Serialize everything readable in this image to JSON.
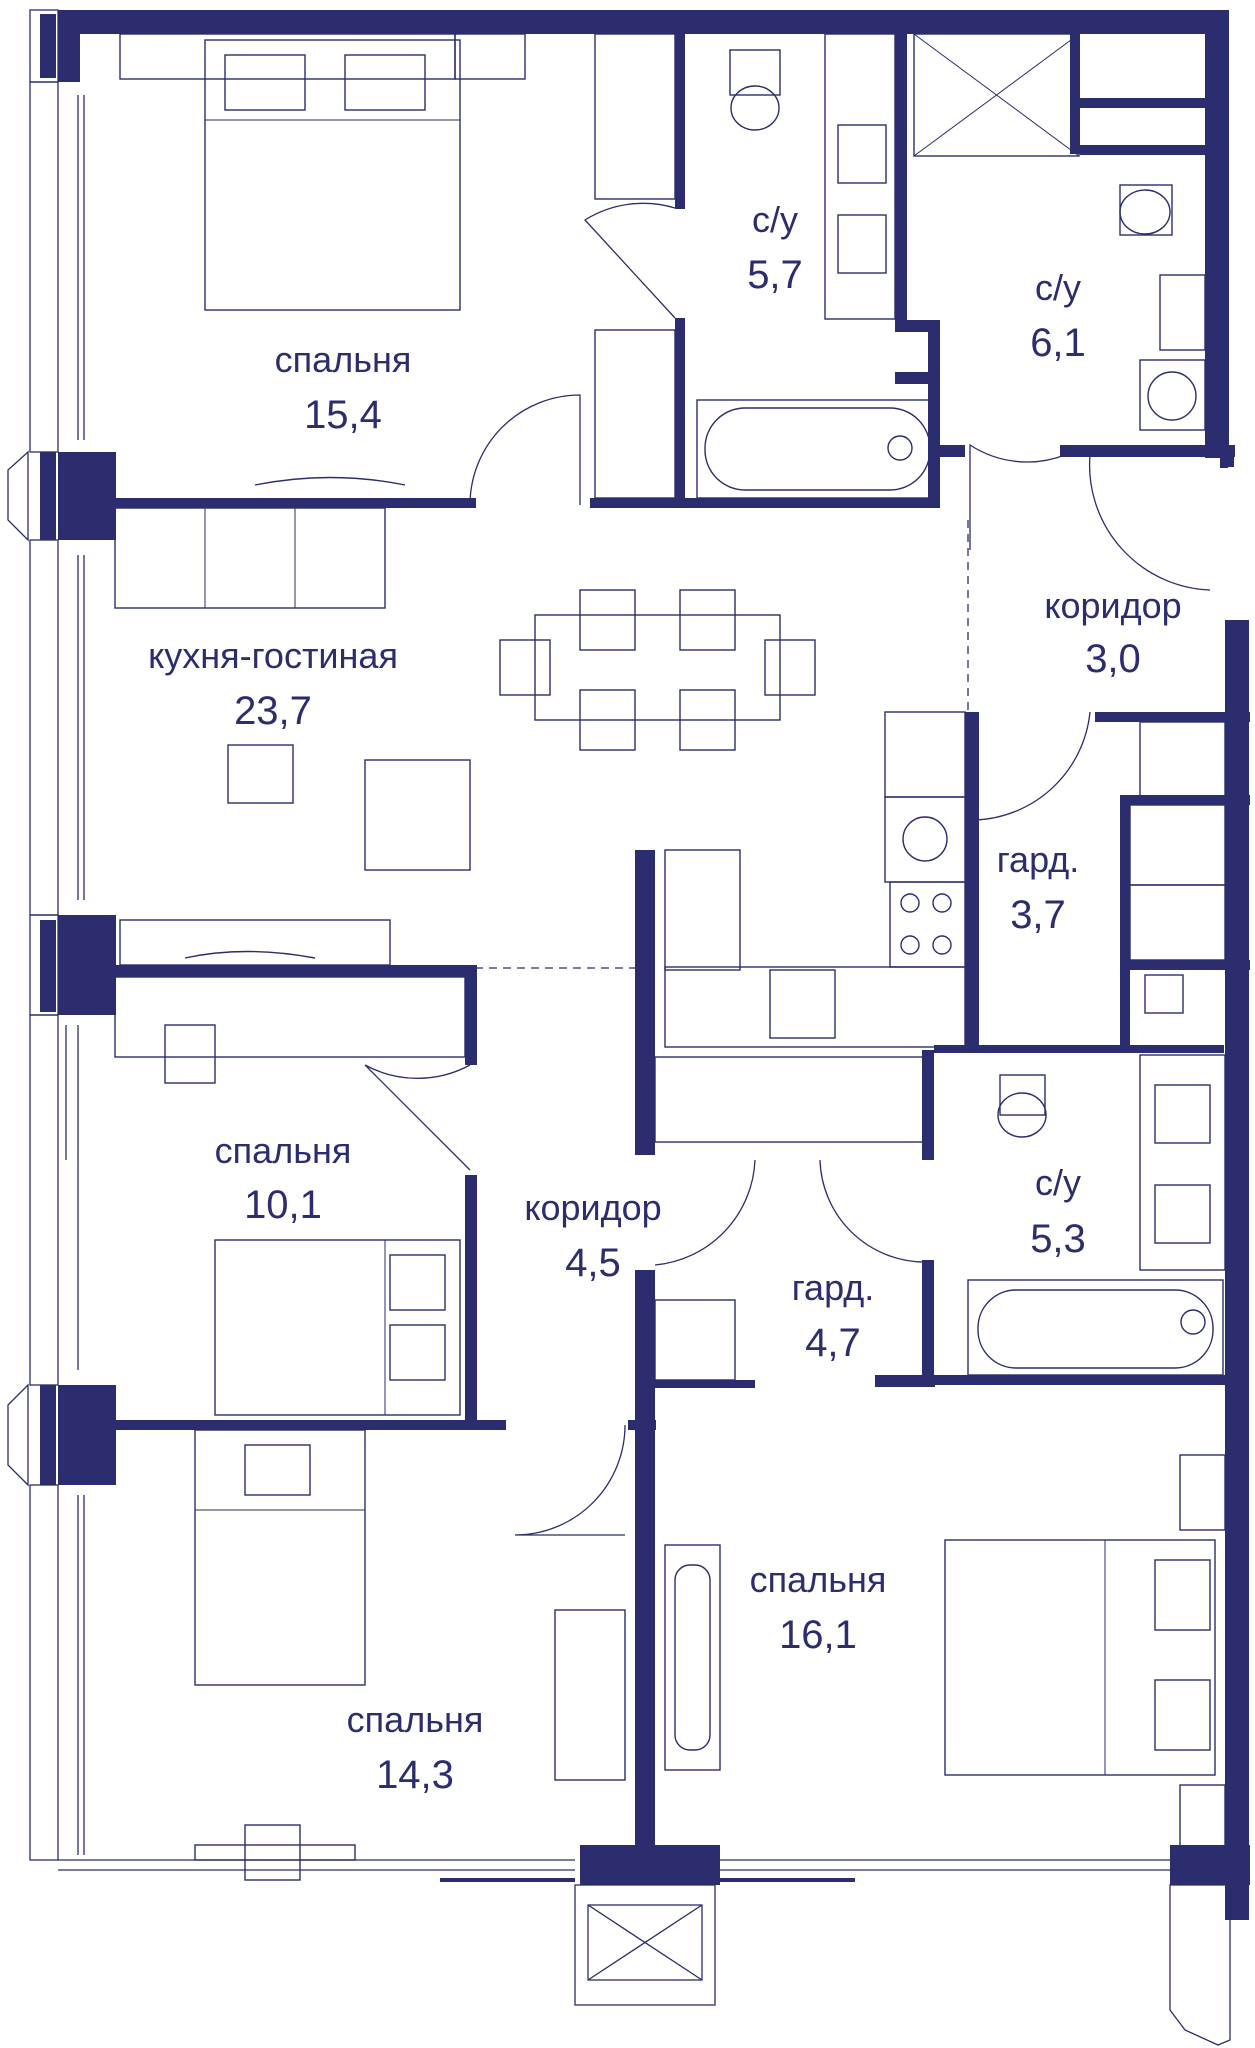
{
  "plan": {
    "colors": {
      "wall": "#2b2d6e",
      "background": "#ffffff"
    },
    "rooms": [
      {
        "id": "bedroom-1",
        "name": "спальня",
        "area": "15,4"
      },
      {
        "id": "bathroom-1",
        "name": "с/у",
        "area": "5,7"
      },
      {
        "id": "bathroom-2",
        "name": "с/у",
        "area": "6,1"
      },
      {
        "id": "kitchen-living",
        "name": "кухня-гостиная",
        "area": "23,7"
      },
      {
        "id": "corridor-1",
        "name": "коридор",
        "area": "3,0"
      },
      {
        "id": "wardrobe-1",
        "name": "гард.",
        "area": "3,7"
      },
      {
        "id": "bedroom-2",
        "name": "спальня",
        "area": "10,1"
      },
      {
        "id": "corridor-2",
        "name": "коридор",
        "area": "4,5"
      },
      {
        "id": "bathroom-3",
        "name": "с/у",
        "area": "5,3"
      },
      {
        "id": "wardrobe-2",
        "name": "гард.",
        "area": "4,7"
      },
      {
        "id": "bedroom-3",
        "name": "спальня",
        "area": "16,1"
      },
      {
        "id": "bedroom-4",
        "name": "спальня",
        "area": "14,3"
      }
    ]
  }
}
